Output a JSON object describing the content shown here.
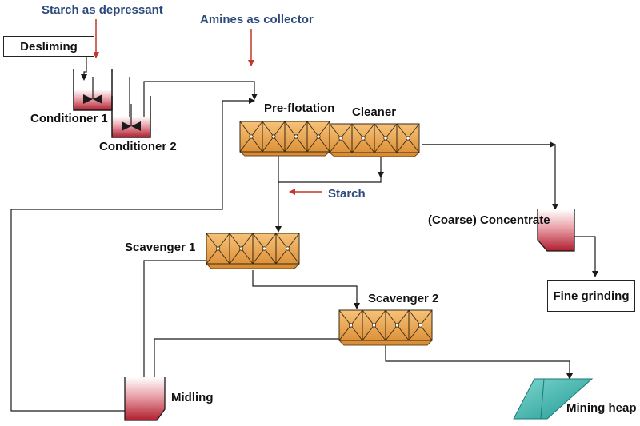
{
  "labels": {
    "starch_depressant": "Starch as depressant",
    "amines_collector": "Amines as collector",
    "desliming": "Desliming",
    "conditioner_1": "Conditioner 1",
    "conditioner_2": "Conditioner 2",
    "pre_flotation": "Pre-flotation",
    "cleaner": "Cleaner",
    "starch": "Starch",
    "coarse_concentrate": "(Coarse) Concentrate",
    "fine_grinding": "Fine grinding",
    "scavenger_1": "Scavenger 1",
    "scavenger_2": "Scavenger 2",
    "midling": "Midling",
    "mining_heap": "Mining heap"
  },
  "colors": {
    "flow_line": "#1a1a1a",
    "reagent_arrow": "#c0392b",
    "reagent_text": "#2d4a7c",
    "flotation_cell": "#e9a24a",
    "tank_fill": "#b7283a",
    "heap": "#3fb7b0"
  }
}
